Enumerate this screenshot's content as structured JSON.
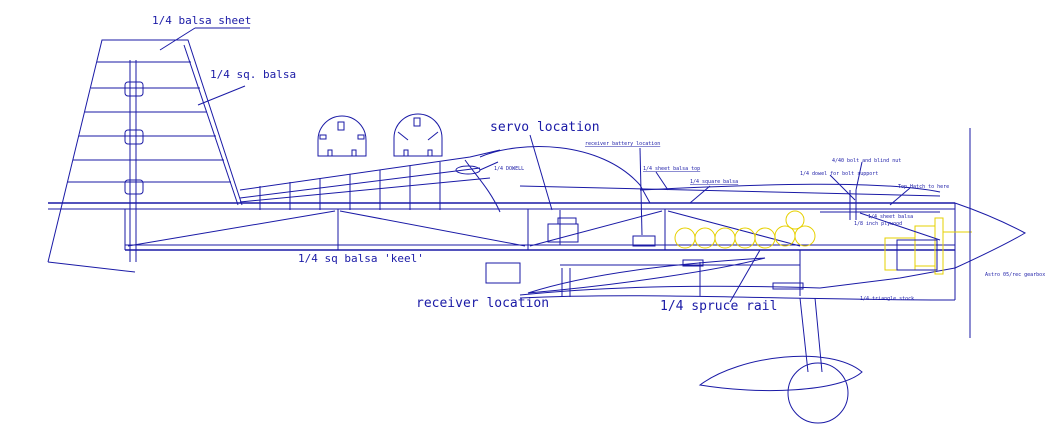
{
  "colors": {
    "line": "#1a1aa6",
    "motor": "#e6d000",
    "background": "#ffffff"
  },
  "labels": {
    "sheet": "1/4 balsa sheet",
    "sq_balsa": "1/4 sq. balsa",
    "servo": "servo location",
    "receiver_battery": "receiver battery location",
    "sheet_top": "1/4 sheet balsa top",
    "square_balsa": "1/4 square balsa",
    "dowel": "1/4 DOWELL",
    "keel": "1/4 sq balsa 'keel'",
    "receiver": "receiver location",
    "spruce": "1/4 spruce rail",
    "triangle": "1/4 triangle stock",
    "motor": "Astro 05/rec gearbox",
    "bolt_nut": "4/40 bolt and blind nut",
    "dowel_support": "1/4 dowel for bolt support",
    "top_hatch": "Top Hatch to here",
    "sheet_small": "1/4 sheet balsa",
    "plywood": "1/8 inch plywood"
  }
}
